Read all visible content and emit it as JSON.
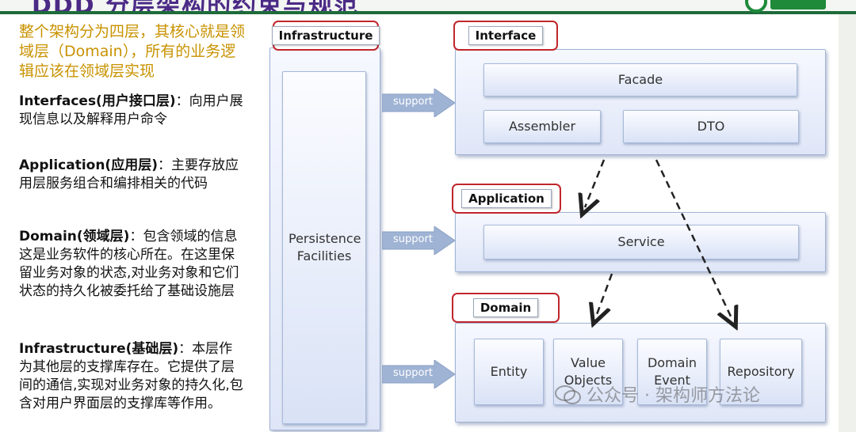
{
  "header": {
    "title": "DDD 分层架构的约束与规范"
  },
  "left": {
    "intro": "整个架构分为四层，其核心就是领域层（Domain），所有的业务逻辑应该在领域层实现",
    "paragraphs": [
      {
        "term": "Interfaces(用户接口层)",
        "text": "：向用户展现信息以及解释用户命令"
      },
      {
        "term": "Application(应用层)",
        "text": "：主要存放应用层服务组合和编排相关的代码"
      },
      {
        "term": "Domain(领域层)",
        "text": "：包含领域的信息这是业务软件的核心所在。在这里保留业务对象的状态,对业务对象和它们状态的持久化被委托给了基础设施层"
      },
      {
        "term": "Infrastructure(基础层)",
        "text": "：本层作为其他层的支撑库存在。它提供了层间的通信,实现对业务对象的持久化,包含对用户界面层的支撑库等作用。"
      }
    ]
  },
  "diagram": {
    "labels": {
      "infrastructure": "Infrastructure",
      "interface": "Interface",
      "application": "Application",
      "domain": "Domain"
    },
    "infrastructure_inner": "Persistence Facilities",
    "support": "support",
    "interface_items": {
      "facade": "Facade",
      "assembler": "Assembler",
      "dto": "DTO"
    },
    "application_items": {
      "service": "Service"
    },
    "domain_items": {
      "entity": "Entity",
      "value_objects": "Value Objects",
      "domain_event": "Domain Event",
      "repository": "Repository"
    },
    "colors": {
      "highlight_border": "#c0262c",
      "box_fill": "#dfe6f7",
      "arrow_fill": "#9fb3d4"
    }
  },
  "watermark": "公众号 · 架构师方法论"
}
